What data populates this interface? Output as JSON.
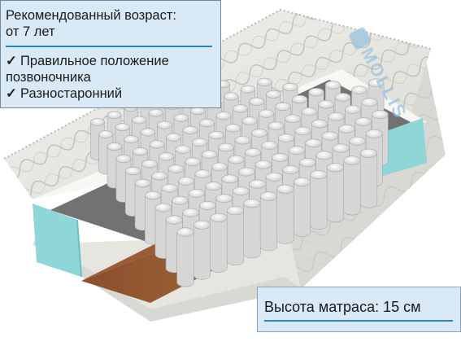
{
  "info": {
    "age_line1": "Рекомендованный возраст:",
    "age_line2": "от 7 лет",
    "features": [
      {
        "icon": "check-icon",
        "glyph": "✓",
        "line1": "Правильное положение",
        "line2": "позвоночника"
      },
      {
        "icon": "check-icon",
        "glyph": "✓",
        "line1": "Разностаронний",
        "line2": ""
      }
    ]
  },
  "height": {
    "label": "Высота матраса: 15 см"
  },
  "product": {
    "brand_logo_text": "MOLLIS"
  },
  "colors": {
    "panel": "#d9e9f5",
    "accent_line": "#2e83c7",
    "foam_edge": "#8fd6d9",
    "coconut_layer": "#a5643c",
    "cover": "#ecebe6"
  }
}
